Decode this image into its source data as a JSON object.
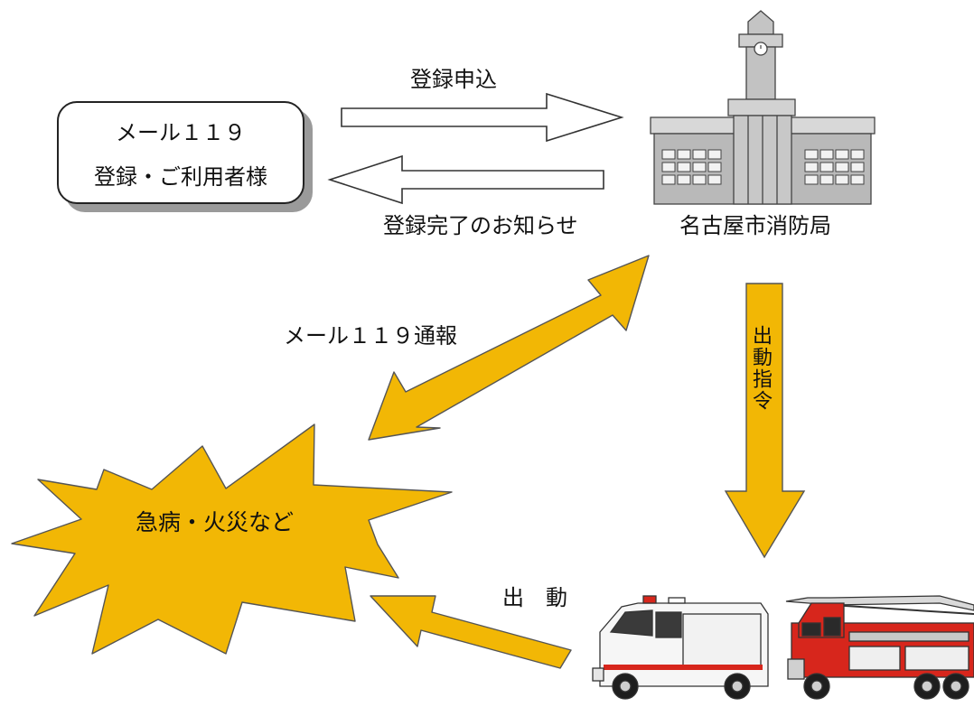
{
  "user_box": {
    "line1": "メール１１９",
    "line2": "登録・ご利用者様"
  },
  "labels": {
    "register_request": "登録申込",
    "register_complete": "登録完了のお知らせ",
    "fire_bureau": "名古屋市消防局",
    "mail_report": "メール１１９通報",
    "dispatch_order": "出動指令",
    "dispatch": "出　動",
    "emergency": "急病・火災など"
  },
  "icons": {
    "building": "fire-bureau-building-icon",
    "ambulance": "ambulance-icon",
    "fire_truck": "fire-truck-icon",
    "burst": "explosion-burst-icon"
  },
  "colors": {
    "arrow_yellow": "#F2B705",
    "arrow_outline_white": "#FFFFFF",
    "building_gray": "#BEBEBE",
    "truck_red": "#D7261C"
  }
}
